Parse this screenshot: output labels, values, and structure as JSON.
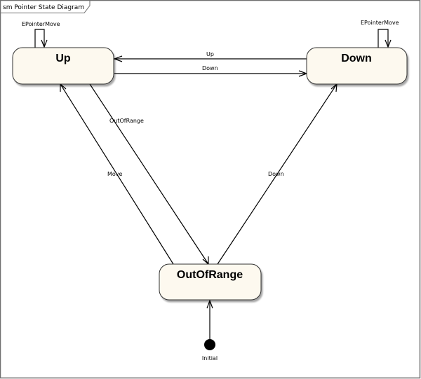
{
  "diagram": {
    "frame_title": "sm Pointer State Diagram",
    "state_fill": "#fdf9ef",
    "states": {
      "up": {
        "name": "Up"
      },
      "down": {
        "name": "Down"
      },
      "out_of_range": {
        "name": "OutOfRange"
      }
    },
    "initial": {
      "label": "Initial"
    },
    "transitions": {
      "up_self": {
        "label": "EPointerMove",
        "from": "Up",
        "to": "Up"
      },
      "down_self": {
        "label": "EPointerMove",
        "from": "Down",
        "to": "Down"
      },
      "down_to_up": {
        "label": "Up",
        "from": "Down",
        "to": "Up"
      },
      "up_to_down": {
        "label": "Down",
        "from": "Up",
        "to": "Down"
      },
      "up_to_oor": {
        "label": "OutOfRange",
        "from": "Up",
        "to": "OutOfRange"
      },
      "oor_to_up": {
        "label": "Move",
        "from": "OutOfRange",
        "to": "Up"
      },
      "oor_to_down": {
        "label": "Down",
        "from": "OutOfRange",
        "to": "Down"
      },
      "initial_to_oor": {
        "from": "Initial",
        "to": "OutOfRange"
      }
    }
  }
}
